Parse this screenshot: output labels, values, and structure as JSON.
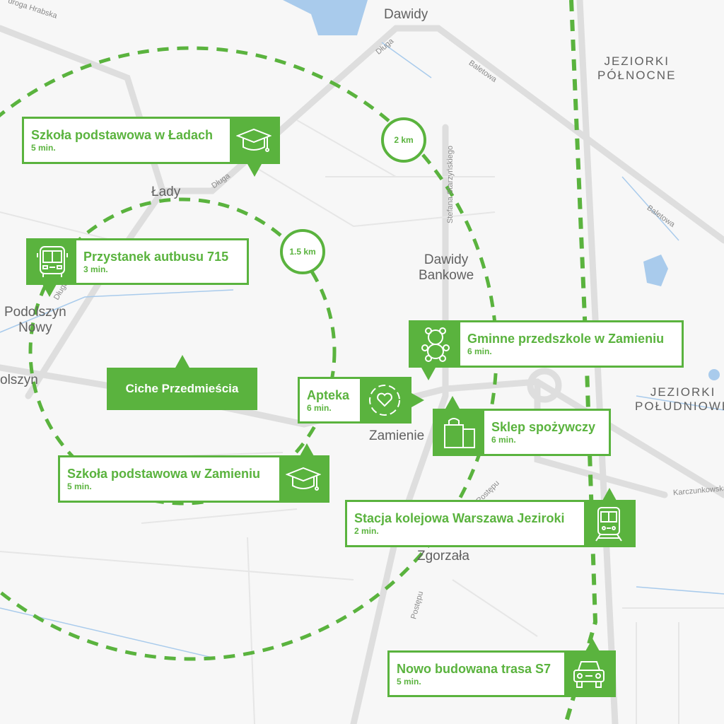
{
  "colors": {
    "accent": "#5ab33e",
    "road": "#dcdcdc",
    "water": "#9ec3e6"
  },
  "place_labels": {
    "dawidy": "Dawidy",
    "jeziorki_pn_1": "JEZIORKI",
    "jeziorki_pn_2": "PÓŁNOCNE",
    "lady": "Łady",
    "podolszyn_1": "Podolszyn",
    "podolszyn_2": "Nowy",
    "olszyn": "olszyn",
    "dawidy_b_1": "Dawidy",
    "dawidy_b_2": "Bankowe",
    "jeziorki_pd_1": "JEZIORKI",
    "jeziorki_pd_2": "POŁUDNIOWE",
    "zgorzala": "Zgorzała",
    "zamienie": "Zamienie"
  },
  "street_labels": {
    "hrabska": "droga Hrabska",
    "dluga1": "Długa",
    "dluga2": "Długa",
    "dluga3": "Długa",
    "baletowa1": "Baletowa",
    "baletowa2": "Baletowa",
    "starzynskiego": "Stefana Starzyńskiego",
    "karczunkowska": "Karczunkowska",
    "postepu1": "Postępu",
    "postepu2": "Postępu"
  },
  "radius_labels": {
    "outer": "2 km",
    "inner": "1.5 km"
  },
  "area": {
    "label": "Ciche Przedmieścia"
  },
  "pois": [
    {
      "title": "Szkoła podstawowa w Ładach",
      "time": "5 min.",
      "icon": "graduation-cap-icon"
    },
    {
      "title": "Przystanek autbusu 715",
      "time": "3 min.",
      "icon": "bus-icon"
    },
    {
      "title": "Apteka",
      "time": "6 min.",
      "icon": "pharmacy-care-icon"
    },
    {
      "title": "Szkoła podstawowa w Zamieniu",
      "time": "5 min.",
      "icon": "graduation-cap-icon"
    },
    {
      "title": "Gminne przedszkole w Zamieniu",
      "time": "6 min.",
      "icon": "teddy-bear-icon"
    },
    {
      "title": "Sklep spożywczy",
      "time": "6 min.",
      "icon": "shopping-bag-icon"
    },
    {
      "title": "Stacja kolejowa Warszawa Jeziroki",
      "time": "2 min.",
      "icon": "train-icon"
    },
    {
      "title": "Nowo budowana trasa S7",
      "time": "5 min.",
      "icon": "car-icon"
    }
  ]
}
